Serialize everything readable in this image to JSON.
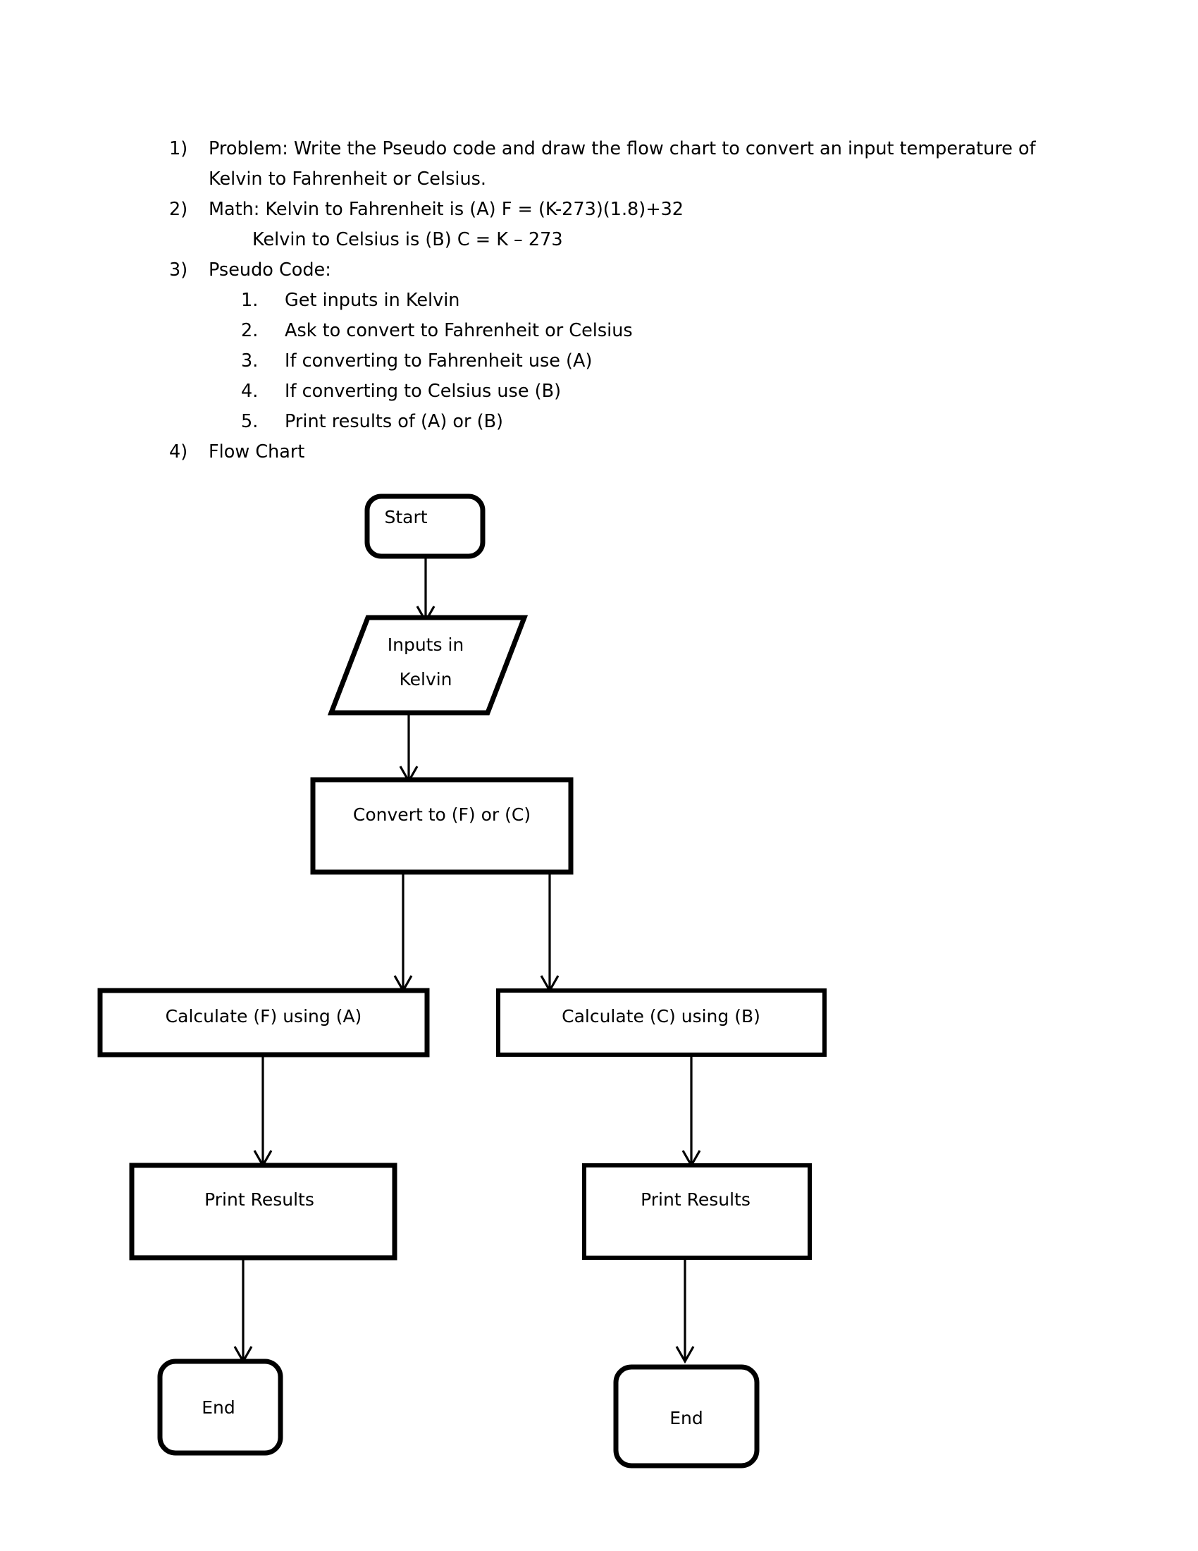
{
  "document": {
    "items": [
      {
        "marker": "1)",
        "lines": [
          "Problem: Write the Pseudo code and draw the flow chart to convert an input temperature of",
          "Kelvin to Fahrenheit or Celsius."
        ]
      },
      {
        "marker": "2)",
        "lines": [
          "Math: Kelvin to Fahrenheit  is  (A) F = (K-273)(1.8)+32",
          "Kelvin to Celsius is        (B) C = K – 273"
        ]
      },
      {
        "marker": "3)",
        "lines": [
          "Pseudo Code:"
        ],
        "sub_items": [
          {
            "marker": "1.",
            "text": "Get inputs in Kelvin"
          },
          {
            "marker": "2.",
            "text": "Ask to convert to Fahrenheit or Celsius"
          },
          {
            "marker": "3.",
            "text": "If converting to Fahrenheit use (A)"
          },
          {
            "marker": "4.",
            "text": "If converting to Celsius use (B)"
          },
          {
            "marker": "5.",
            "text": "Print results of (A) or (B)"
          }
        ]
      },
      {
        "marker": "4)",
        "lines": [
          "Flow Chart"
        ]
      }
    ]
  },
  "flowchart": {
    "nodes": {
      "start": {
        "label": "Start",
        "shape": "rounded-terminator"
      },
      "input_kelvin": {
        "label_line1": "Inputs in",
        "label_line2": "Kelvin",
        "shape": "parallelogram"
      },
      "convert": {
        "label": "Convert to (F) or (C)",
        "shape": "rectangle"
      },
      "calc_f": {
        "label": "Calculate (F) using (A)",
        "shape": "rectangle"
      },
      "calc_c": {
        "label": "Calculate (C) using (B)",
        "shape": "rectangle"
      },
      "print_f": {
        "label": "Print Results",
        "shape": "rectangle"
      },
      "print_c": {
        "label": "Print Results",
        "shape": "rectangle"
      },
      "end_f": {
        "label": "End",
        "shape": "rounded-terminator"
      },
      "end_c": {
        "label": "End",
        "shape": "rounded-terminator"
      }
    },
    "colors": {
      "stroke": "#000000",
      "fill": "#ffffff"
    }
  }
}
